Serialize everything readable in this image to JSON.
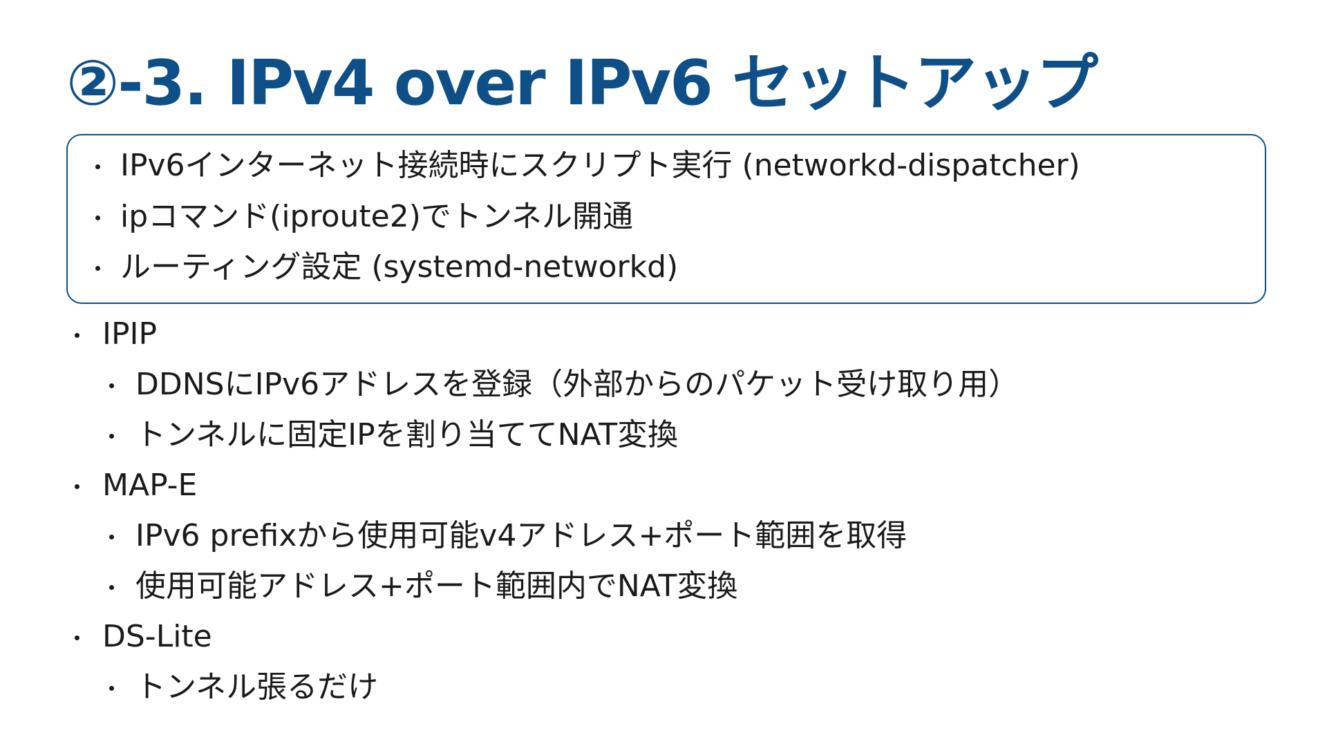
{
  "slide": {
    "title": "②-3. IPv4 over IPv6 セットアップ",
    "box_items": [
      "IPv6インターネット接続時にスクリプト実行 (networkd-dispatcher)",
      "ipコマンド(iproute2)でトンネル開通",
      "ルーティング設定 (systemd-networkd)"
    ],
    "sections": [
      {
        "label": "IPIP",
        "items": [
          "DDNSにIPv6アドレスを登録（外部からのパケット受け取り用）",
          "トンネルに固定IPを割り当ててNAT変換"
        ]
      },
      {
        "label": "MAP-E",
        "items": [
          "IPv6 prefixから使用可能v4アドレス+ポート範囲を取得",
          "使用可能アドレス+ポート範囲内でNAT変換"
        ]
      },
      {
        "label": "DS-Lite",
        "items": [
          "トンネル張るだけ"
        ]
      }
    ],
    "colors": {
      "title": "#0d4f86",
      "box_border": "#0d4f86",
      "text": "#1a1a1a"
    }
  }
}
